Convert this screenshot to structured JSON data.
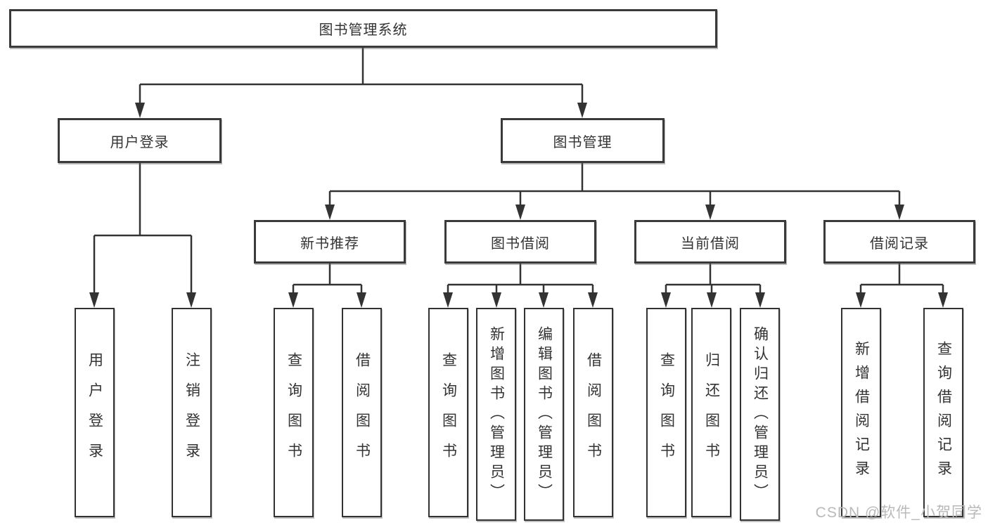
{
  "tree": {
    "root": {
      "label": "图书管理系统",
      "children": [
        {
          "label": "用户登录",
          "children": [
            {
              "label": "用户登录"
            },
            {
              "label": "注销登录"
            }
          ]
        },
        {
          "label": "图书管理",
          "children": [
            {
              "label": "新书推荐",
              "children": [
                {
                  "label": "查询图书"
                },
                {
                  "label": "借阅图书"
                }
              ]
            },
            {
              "label": "图书借阅",
              "children": [
                {
                  "label": "查询图书"
                },
                {
                  "label": "新增图书（管理员）"
                },
                {
                  "label": "编辑图书（管理员）"
                },
                {
                  "label": "借阅图书"
                }
              ]
            },
            {
              "label": "当前借阅",
              "children": [
                {
                  "label": "查询图书"
                },
                {
                  "label": "归还图书"
                },
                {
                  "label": "确认归还（管理员）"
                }
              ]
            },
            {
              "label": "借阅记录",
              "children": [
                {
                  "label": "新增借阅记录"
                },
                {
                  "label": "查询借阅记录"
                }
              ]
            }
          ]
        }
      ]
    }
  },
  "watermark": {
    "text": "CSDN @软件_小贺同学"
  },
  "colors": {
    "line": "#333333",
    "text": "#333333",
    "box_fill": "#ffffff",
    "background": "#ffffff",
    "watermark": "#b9b9b9"
  }
}
